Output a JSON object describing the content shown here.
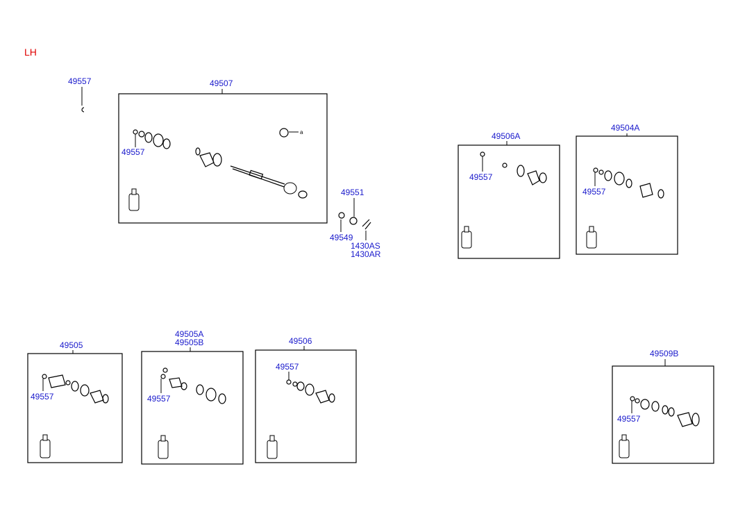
{
  "side_label": "LH",
  "labels": {
    "p49557_top": "49557",
    "p49507": "49507",
    "p49507_inner": "49557",
    "p49551": "49551",
    "p49549": "49549",
    "p1430as": "1430AS",
    "p1430ar": "1430AR",
    "p49506a": "49506A",
    "p49506a_inner": "49557",
    "p49504a": "49504A",
    "p49504a_inner": "49557",
    "p49505": "49505",
    "p49505_inner": "49557",
    "p49505a": "49505A",
    "p49505b": "49505B",
    "p49505ab_inner": "49557",
    "p49506": "49506",
    "p49506_inner": "49557",
    "p49509b": "49509B",
    "p49509b_inner": "49557",
    "callout_a": "a"
  },
  "colors": {
    "label": "#1a1acc",
    "side_label": "#e00000",
    "lines": "#000000"
  }
}
